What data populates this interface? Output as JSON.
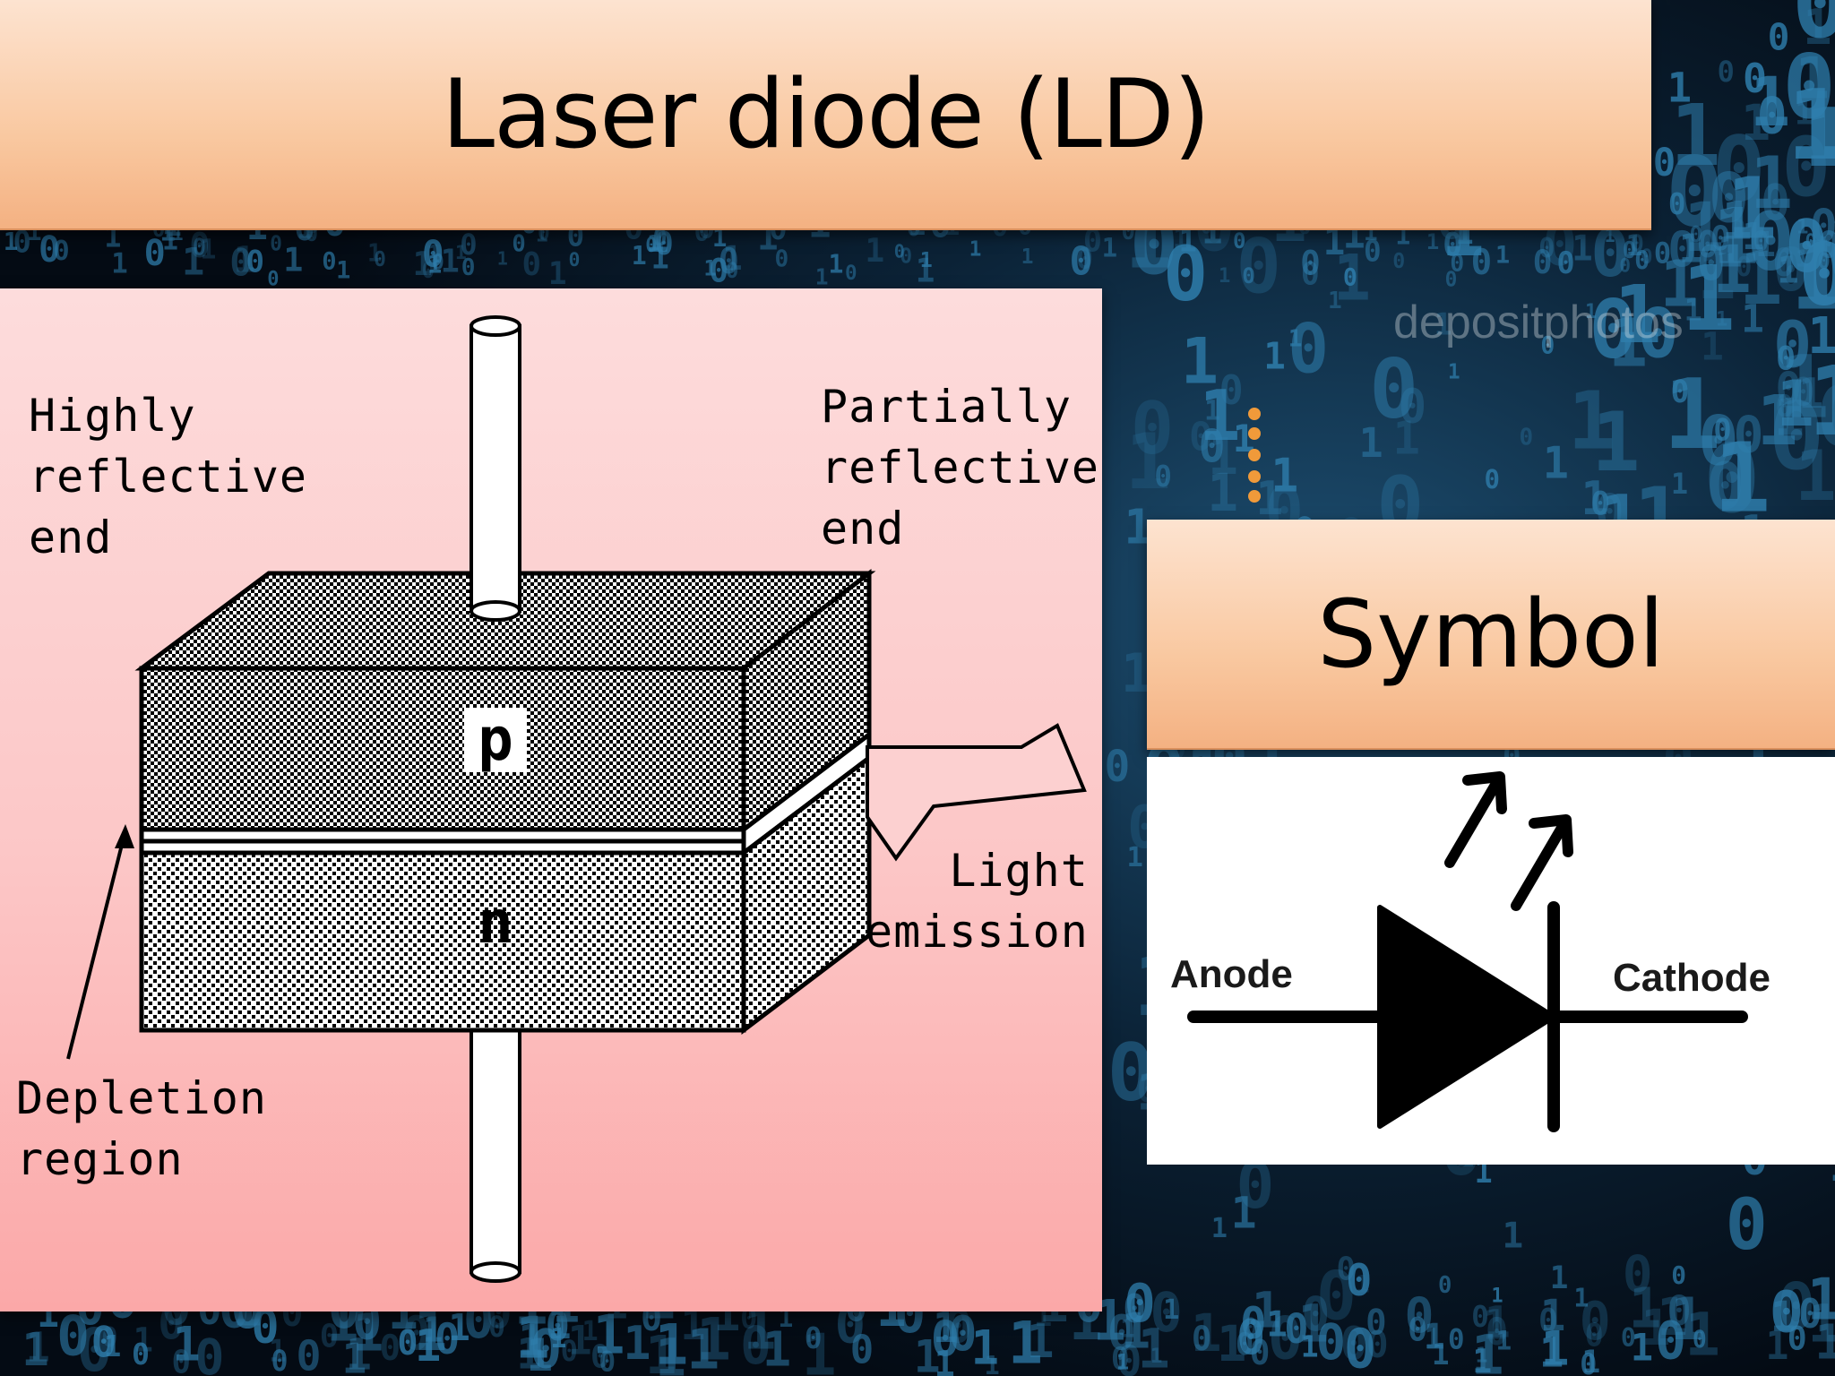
{
  "slide": {
    "title": "Laser diode (LD)",
    "watermark": "depositphotos"
  },
  "diagram": {
    "labels": {
      "highly_reflective": "Highly\nreflective\nend",
      "partially_reflective": "Partially\nreflective\nend",
      "light_emission": "Light\nemission",
      "depletion_region": "Depletion\nregion",
      "p_layer": "p",
      "n_layer": "n"
    }
  },
  "symbol": {
    "heading": "Symbol",
    "anode_label": "Anode",
    "cathode_label": "Cathode"
  },
  "colors": {
    "title_bar": "#f9c8a0",
    "diagram_bg": "#fcc7c7",
    "background": "#071420",
    "binary_glyphs": "#2f7fae"
  }
}
